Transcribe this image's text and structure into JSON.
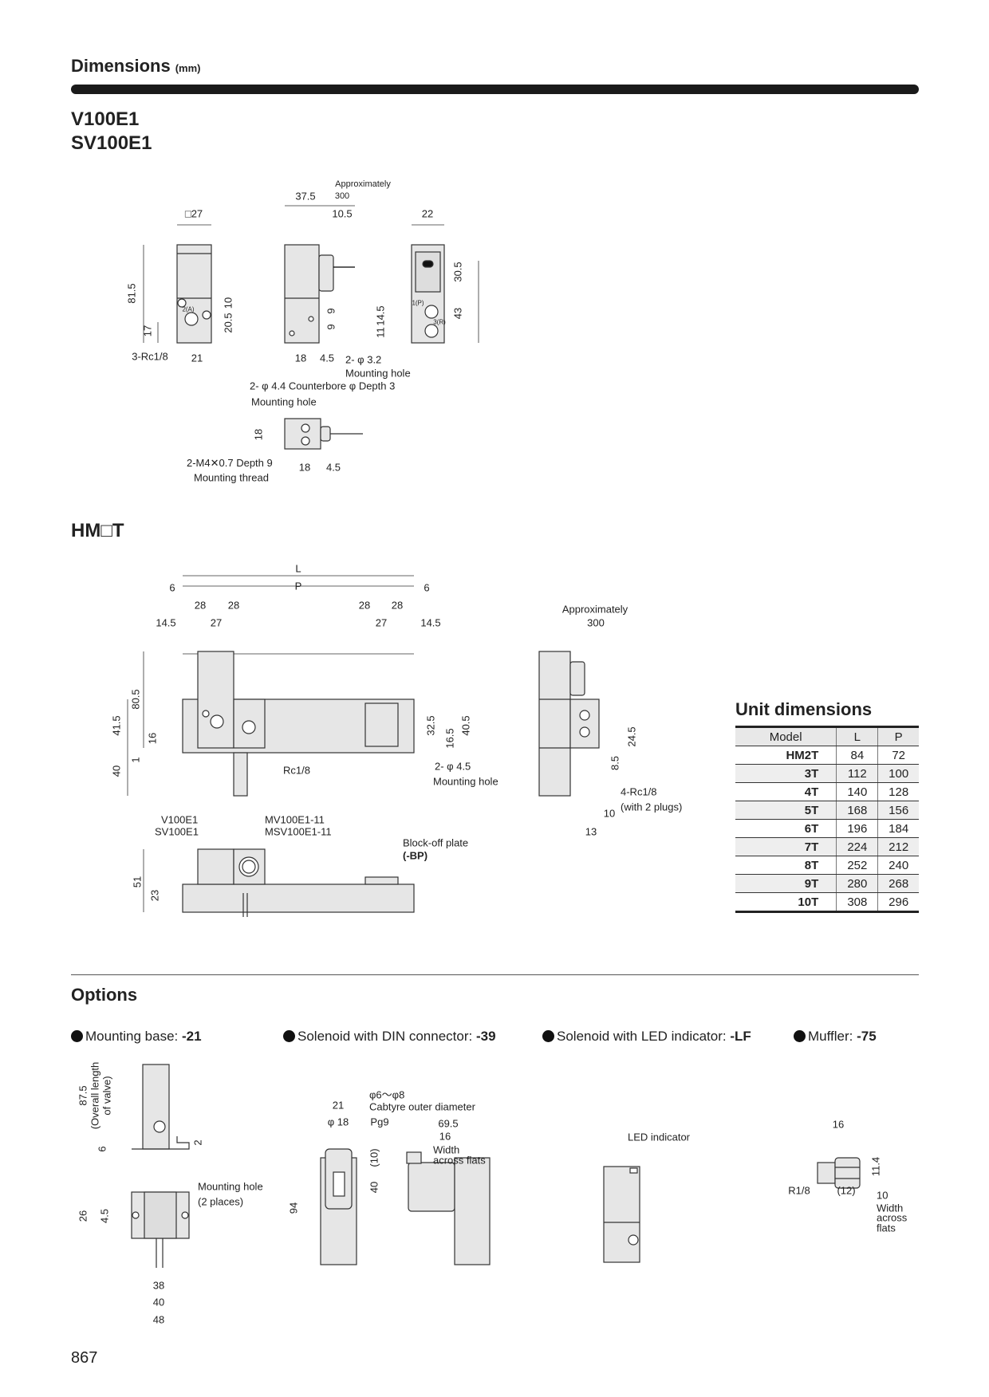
{
  "header": {
    "title": "Dimensions",
    "unit": "(mm)"
  },
  "models": [
    "V100E1",
    "SV100E1"
  ],
  "v100": {
    "labels": [
      "□27",
      "37.5",
      "Approximately",
      "300",
      "10.5",
      "22",
      "81.5",
      "17",
      "20.5",
      "10",
      "3-Rc1/8",
      "21",
      "2- φ 3.2",
      "Mounting hole",
      "2- φ 4.4 Counterbore φ Depth 3",
      "Mounting hole",
      "18",
      "4.5",
      "30.5",
      "43",
      "14.5",
      "11",
      "9",
      "9",
      "18",
      "2-M4✕0.7 Depth 9",
      "Mounting thread",
      "18",
      "4.5",
      "2(A)",
      "1(P)",
      "3(R)"
    ]
  },
  "hm": {
    "title": "HM□T",
    "labels": [
      "L",
      "P",
      "6",
      "6",
      "28",
      "28",
      "28",
      "28",
      "14.5",
      "27",
      "27",
      "14.5",
      "80.5",
      "41.5",
      "16",
      "1",
      "40",
      "32.5",
      "16.5",
      "40.5",
      "Rc1/8",
      "2- φ 4.5",
      "Mounting hole",
      "V100E1",
      "SV100E1",
      "MV100E1-11",
      "MSV100E1-11",
      "Block-off plate",
      "(-BP)",
      "51",
      "23",
      "Approximately",
      "300",
      "24.5",
      "8.5",
      "4-Rc1/8",
      "(with 2 plugs)",
      "10",
      "13"
    ]
  },
  "unit_table": {
    "title": "Unit dimensions",
    "headers": [
      "Model",
      "L",
      "P"
    ],
    "rows": [
      [
        "HM2T",
        "84",
        "72"
      ],
      [
        "3T",
        "112",
        "100"
      ],
      [
        "4T",
        "140",
        "128"
      ],
      [
        "5T",
        "168",
        "156"
      ],
      [
        "6T",
        "196",
        "184"
      ],
      [
        "7T",
        "224",
        "212"
      ],
      [
        "8T",
        "252",
        "240"
      ],
      [
        "9T",
        "280",
        "268"
      ],
      [
        "10T",
        "308",
        "296"
      ]
    ]
  },
  "options": {
    "title": "Options",
    "items": [
      {
        "label": "Mounting base: ",
        "code": "-21"
      },
      {
        "label": "Solenoid with DIN connector: ",
        "code": "-39"
      },
      {
        "label": "Solenoid with LED indicator: ",
        "code": "-LF"
      },
      {
        "label": "Muffler: ",
        "code": "-75"
      }
    ],
    "base_labels": [
      "87.5",
      "(Overall length",
      "of valve)",
      "6",
      "2",
      "Mounting hole",
      "(2 places)",
      "26",
      "4.5",
      "38",
      "40",
      "48"
    ],
    "din_labels": [
      "21",
      "φ 18",
      "φ6～φ8",
      "Cabtyre outer diameter",
      "Pg9",
      "69.5",
      "16",
      "Width",
      "across flats",
      "(10)",
      "40",
      "94"
    ],
    "led_labels": [
      "LED indicator"
    ],
    "muffler_labels": [
      "16",
      "11.4",
      "R1/8",
      "(12)",
      "10",
      "Width",
      "across",
      "flats"
    ]
  },
  "page_number": "867"
}
